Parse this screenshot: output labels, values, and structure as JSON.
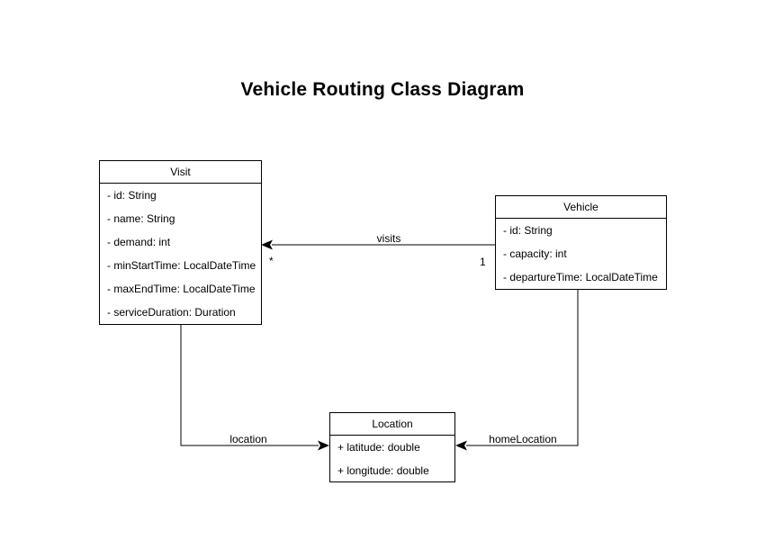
{
  "title": "Vehicle Routing Class Diagram",
  "classes": [
    {
      "name": "Visit",
      "attributes": [
        "- id: String",
        "- name: String",
        "- demand: int",
        "- minStartTime: LocalDateTime",
        "- maxEndTime: LocalDateTime",
        "- serviceDuration: Duration"
      ]
    },
    {
      "name": "Vehicle",
      "attributes": [
        "- id: String",
        "- capacity: int",
        "- departureTime: LocalDateTime"
      ]
    },
    {
      "name": "Location",
      "attributes": [
        "+ latitude: double",
        "+ longitude: double"
      ]
    }
  ],
  "associations": [
    {
      "label": "visits",
      "source": "Vehicle",
      "target": "Visit",
      "source_multiplicity": "1",
      "target_multiplicity": "*"
    },
    {
      "label": "location",
      "source": "Visit",
      "target": "Location"
    },
    {
      "label": "homeLocation",
      "source": "Vehicle",
      "target": "Location"
    }
  ],
  "colors": {
    "line": "#000000",
    "text": "#000000",
    "background": "#ffffff",
    "box_fill": "#ffffff"
  }
}
